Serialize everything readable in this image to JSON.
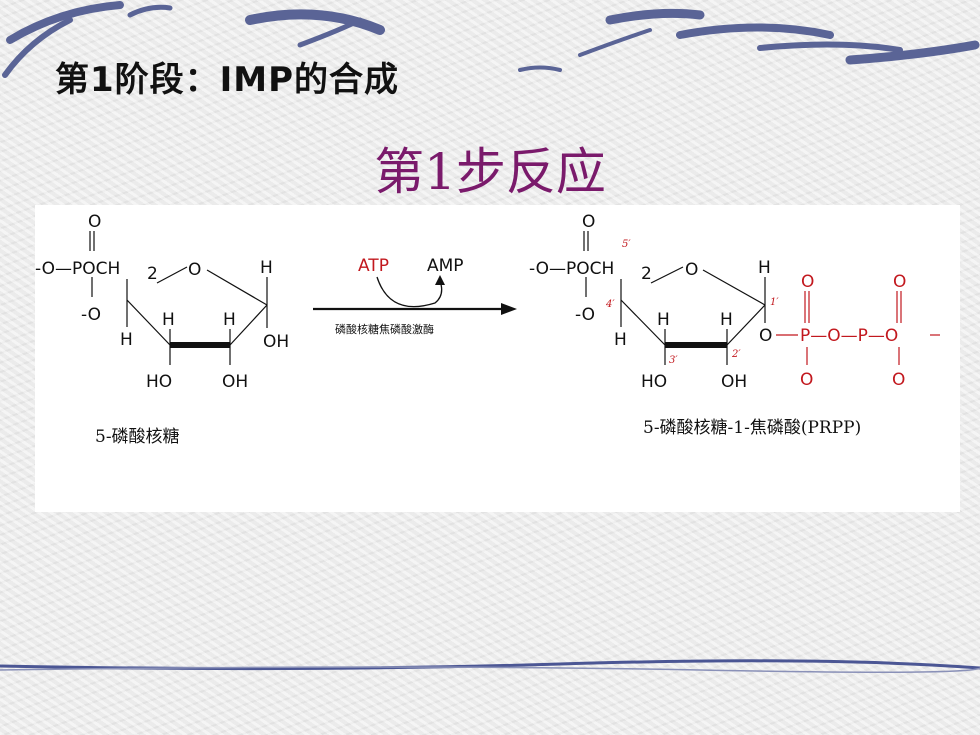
{
  "slide": {
    "title": "第1阶段：IMP的合成",
    "step_title": "第1步反应"
  },
  "reaction": {
    "substrate_label": "5-磷酸核糖",
    "product_label": "5-磷酸核糖-1-焦磷酸(PRPP)",
    "cofactor_in": "ATP",
    "cofactor_out": "AMP",
    "enzyme": "磷酸核糖焦磷酸激酶",
    "substrate": {
      "phosphate_o": "O",
      "phosphate_o_minus": "-O",
      "phosphate_group": "-O—POCH",
      "ch2_sub": "2",
      "ring_o": "O",
      "h_labels": [
        "H",
        "H",
        "H",
        "H"
      ],
      "oh_c1": "OH",
      "ho_c3": "HO",
      "oh_c2": "OH"
    },
    "product": {
      "phosphate_o": "O",
      "phosphate_o_minus": "-O",
      "phosphate_group": "-O—POCH",
      "ch2_sub": "2",
      "ring_o": "O",
      "h_labels": [
        "H",
        "H",
        "H",
        "H"
      ],
      "ho_c3": "HO",
      "oh_c2": "OH",
      "carbon_numbers": [
        "5′",
        "4′",
        "3′",
        "2′",
        "1′"
      ],
      "pyro_o_link": "O",
      "pyro_chain": "P—O—P—O",
      "pyro_o_top": [
        "O",
        "O"
      ],
      "pyro_o_bottom": [
        "O",
        "O"
      ]
    }
  },
  "colors": {
    "title_purple": "#7a1a6b",
    "pyrophosphate_red": "#c2181e"
  }
}
